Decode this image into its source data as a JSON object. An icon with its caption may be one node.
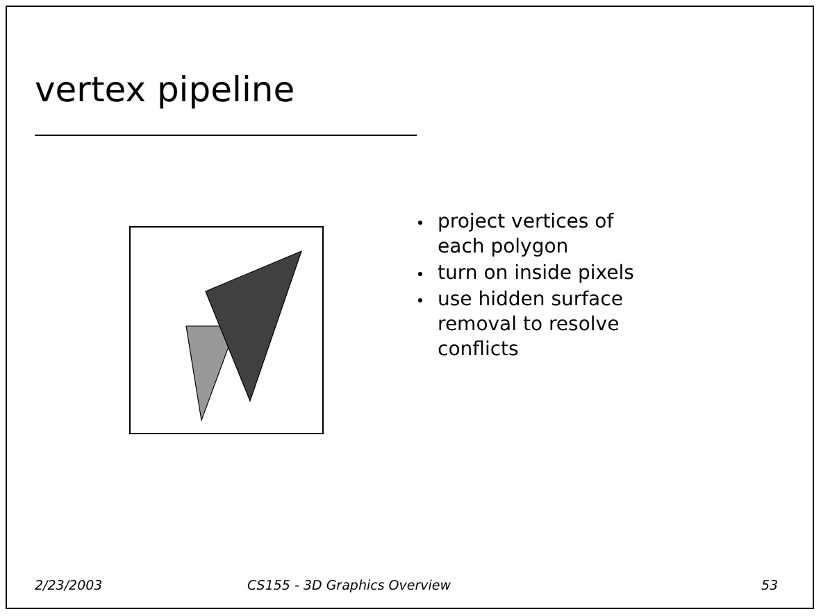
{
  "diagram": {
    "title": "vertex pipeline",
    "labels": [
      "project vertices of each polygon",
      "turn on inside pixels",
      "use hidden surface removal to resolve conflicts",
      "2/23/2003",
      "CS155 - 3D Graphics Overview",
      "53"
    ]
  }
}
